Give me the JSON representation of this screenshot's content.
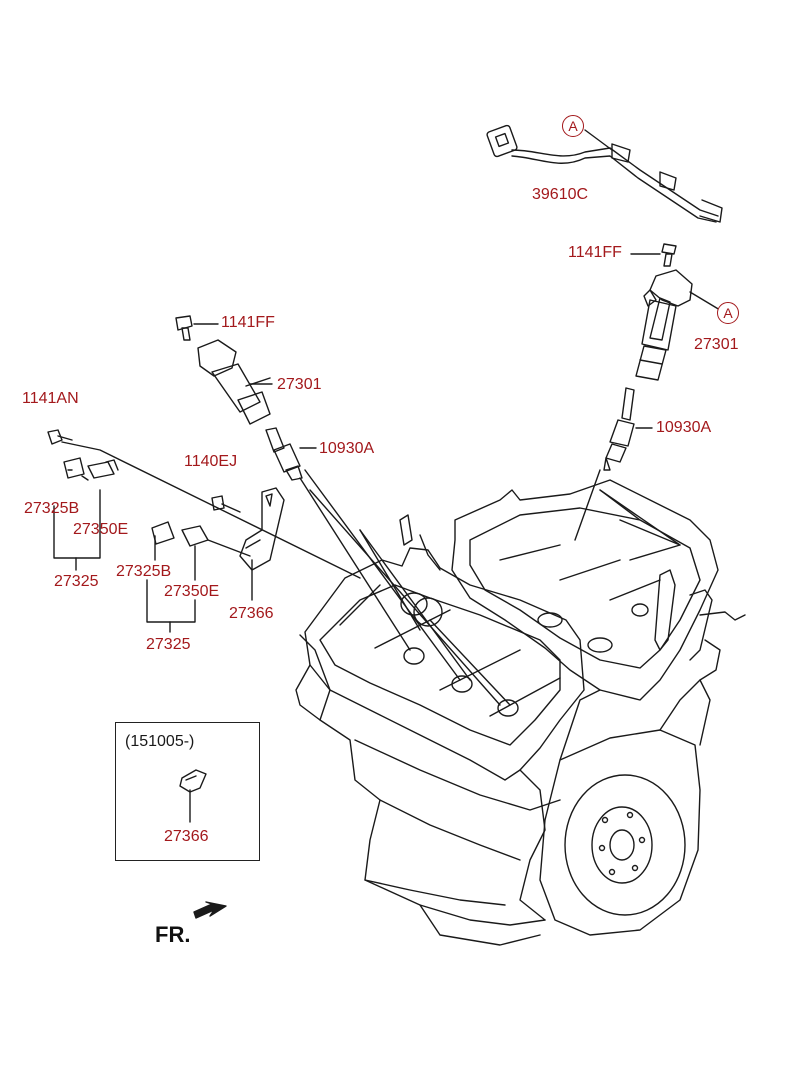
{
  "labels": {
    "harness": "39610C",
    "bolt_right": "1141FF",
    "coil_right": "27301",
    "plug_right": "10930A",
    "bolt_left": "1141FF",
    "coil_left": "27301",
    "plug_left": "10930A",
    "bolt_an": "1141AN",
    "bolt_ej": "1140EJ",
    "sensor_b1": "27325B",
    "bracket_e1": "27350E",
    "assy_1": "27325",
    "sensor_b2": "27325B",
    "bracket_e2": "27350E",
    "assy_2": "27325",
    "bracket_366": "27366",
    "inset_date": "(151005-)",
    "inset_part": "27366"
  },
  "callouts": {
    "a_top": "A",
    "a_coil": "A"
  },
  "front_marker": "FR.",
  "colors": {
    "label": "#a3191c",
    "line": "#1a1a1a"
  }
}
